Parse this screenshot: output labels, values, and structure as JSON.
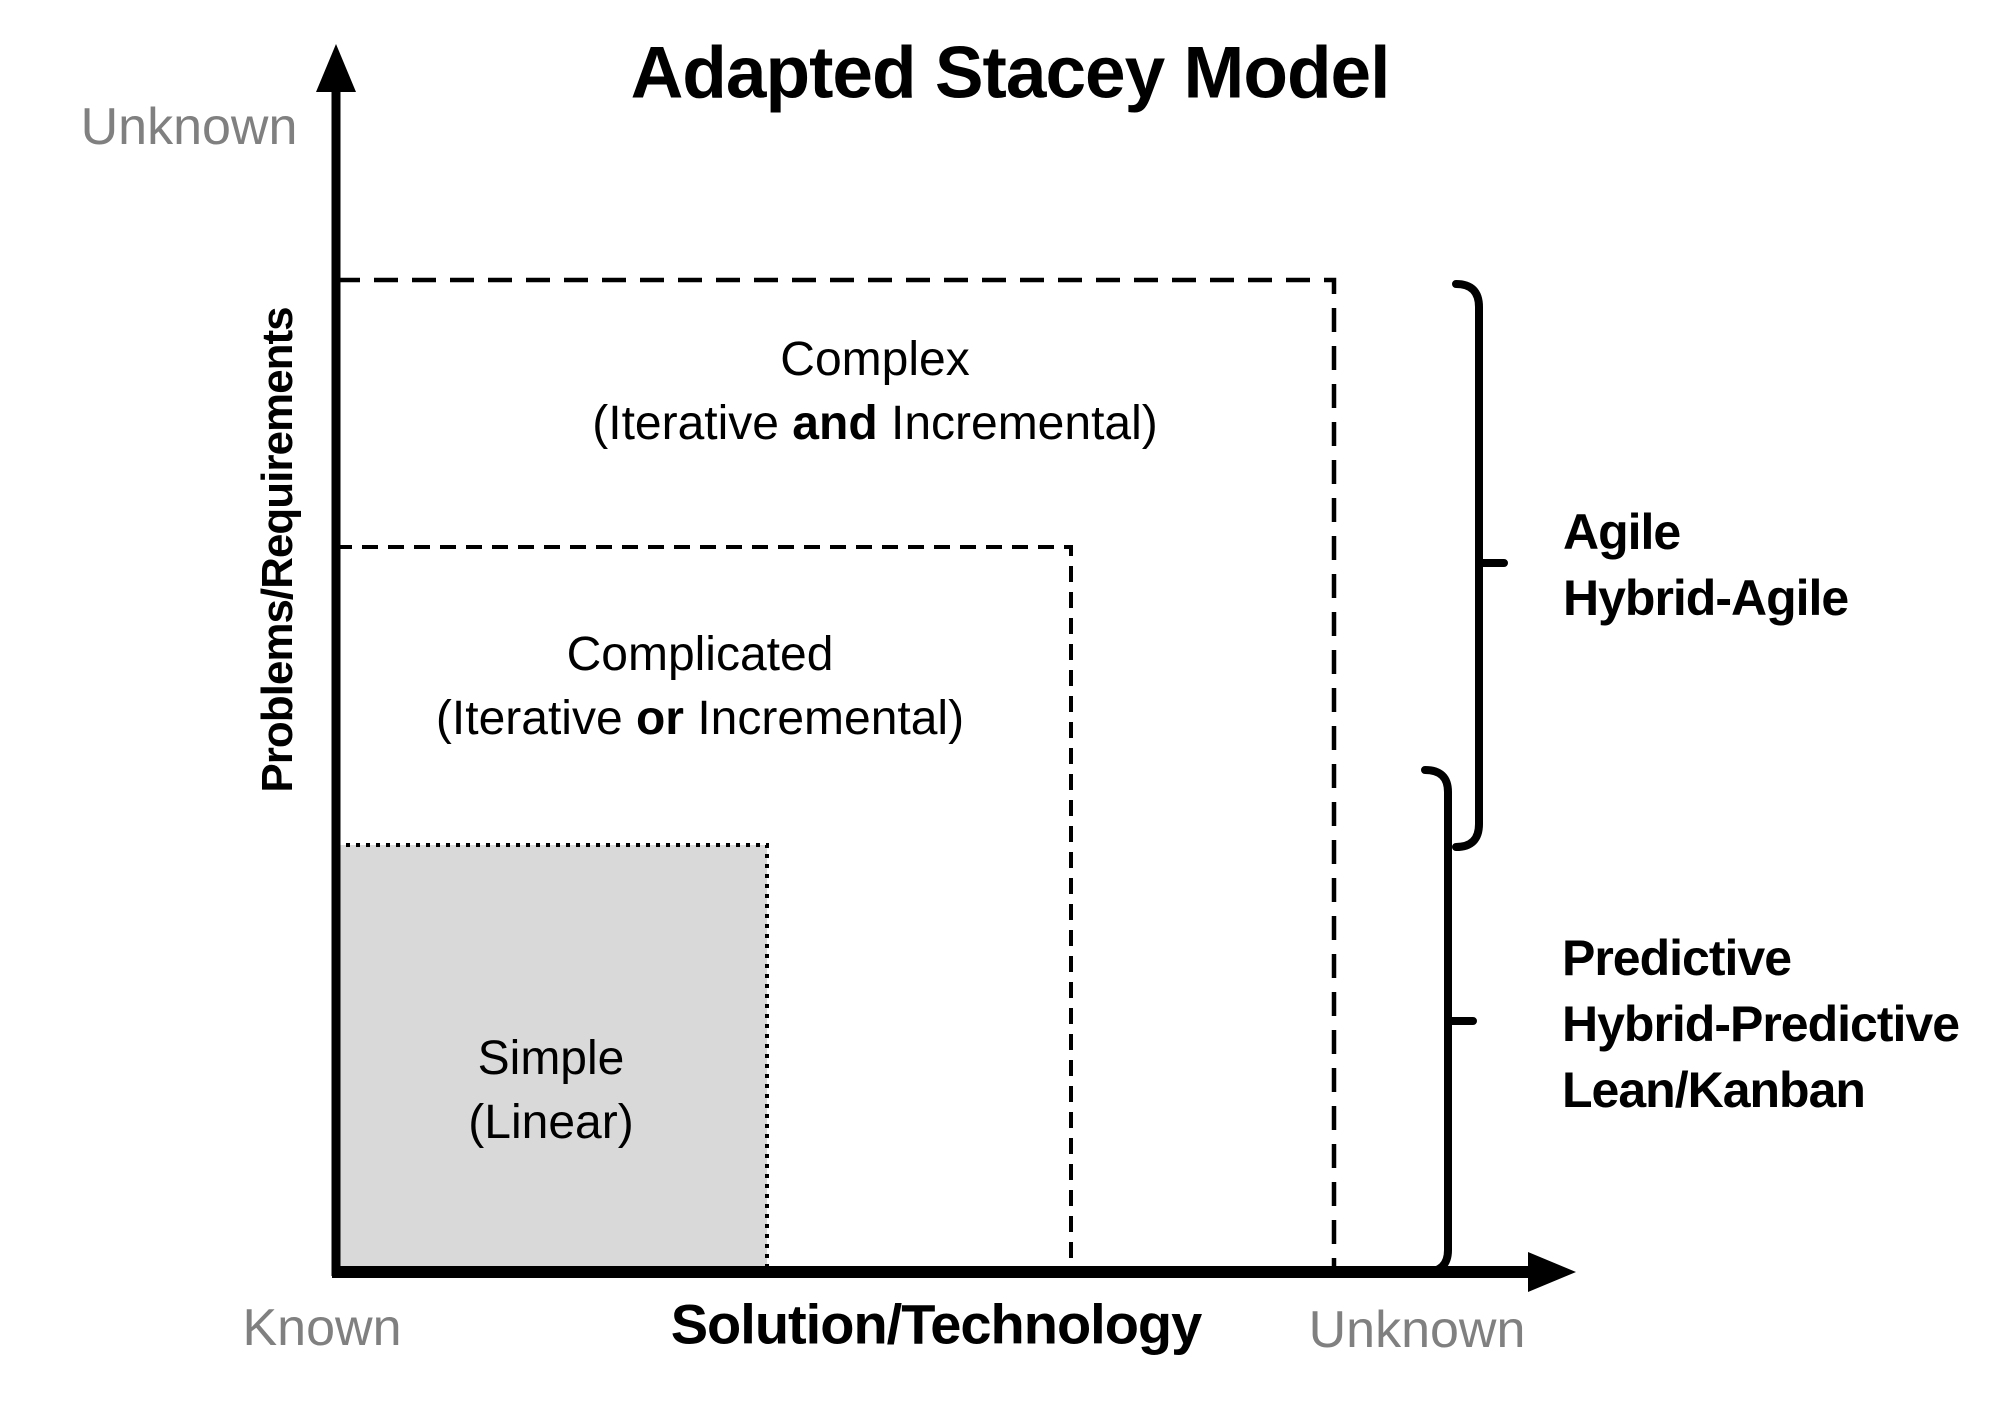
{
  "title": "Adapted Stacey Model",
  "y_axis": {
    "label": "Problems/Requirements",
    "top_label": "Unknown"
  },
  "x_axis": {
    "label": "Solution/Technology",
    "left_label": "Known",
    "right_label": "Unknown"
  },
  "regions": [
    {
      "name": "Complex",
      "sub_pre": "(Iterative ",
      "sub_bold": "and",
      "sub_post": " Incremental)"
    },
    {
      "name": "Complicated",
      "sub_pre": "(Iterative ",
      "sub_bold": "or",
      "sub_post": " Incremental)"
    },
    {
      "name": "Simple",
      "sub": "(Linear)"
    }
  ],
  "brackets": [
    {
      "lines": [
        "Agile",
        "Hybrid-Agile"
      ]
    },
    {
      "lines": [
        "Predictive",
        "Hybrid-Predictive",
        "Lean/Kanban"
      ]
    }
  ],
  "colors": {
    "ink": "#000000",
    "muted_label": "#808080",
    "simple_fill": "#d9d9d9"
  }
}
